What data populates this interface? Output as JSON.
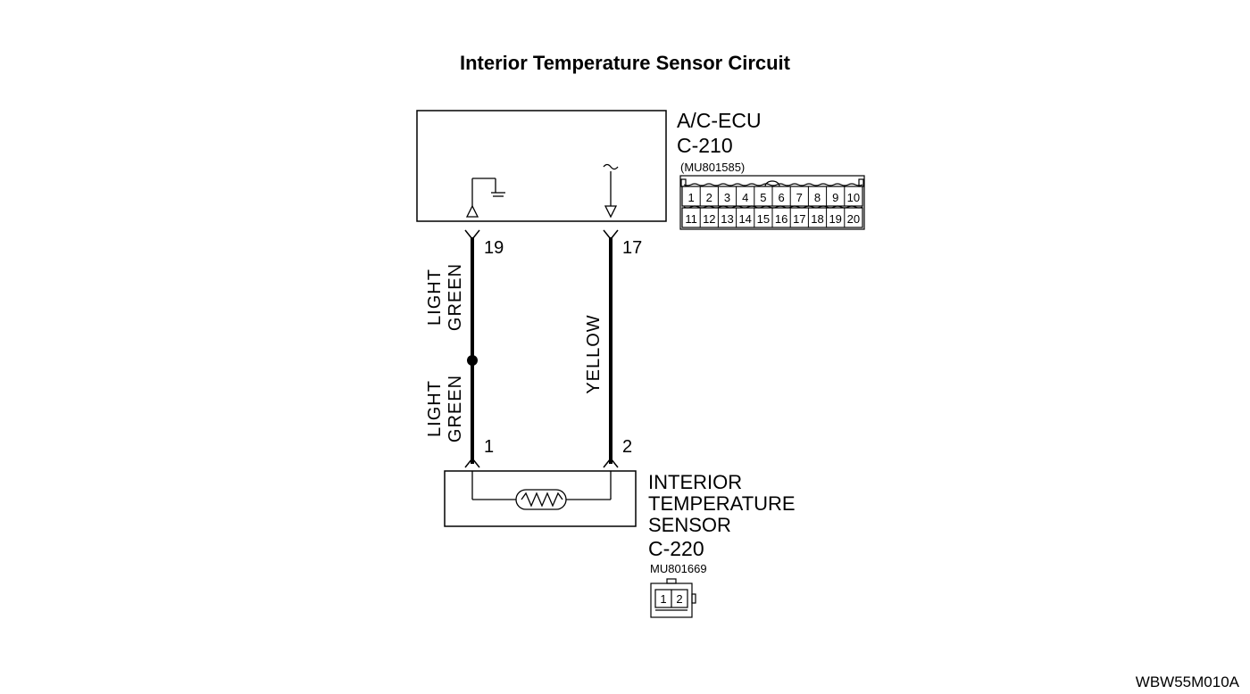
{
  "title": "Interior Temperature Sensor Circuit",
  "ecu": {
    "name": "A/C-ECU",
    "connector": "C-210",
    "part_number": "(MU801585)",
    "cells_top": [
      "1",
      "2",
      "3",
      "4",
      "5",
      "6",
      "7",
      "8",
      "9",
      "10"
    ],
    "cells_bottom": [
      "11",
      "12",
      "13",
      "14",
      "15",
      "16",
      "17",
      "18",
      "19",
      "20"
    ]
  },
  "wires": {
    "left": {
      "ecu_pin": "19",
      "sensor_pin": "1",
      "line1_upper": "LIGHT",
      "line2_upper": "GREEN",
      "line1_lower": "LIGHT",
      "line2_lower": "GREEN"
    },
    "right": {
      "ecu_pin": "17",
      "sensor_pin": "2",
      "label": "YELLOW"
    }
  },
  "sensor": {
    "line1": "INTERIOR",
    "line2": "TEMPERATURE",
    "line3": "SENSOR",
    "connector": "C-220",
    "part_number": "MU801669",
    "cells": [
      "1",
      "2"
    ]
  },
  "figure_code": "WBW55M010A"
}
